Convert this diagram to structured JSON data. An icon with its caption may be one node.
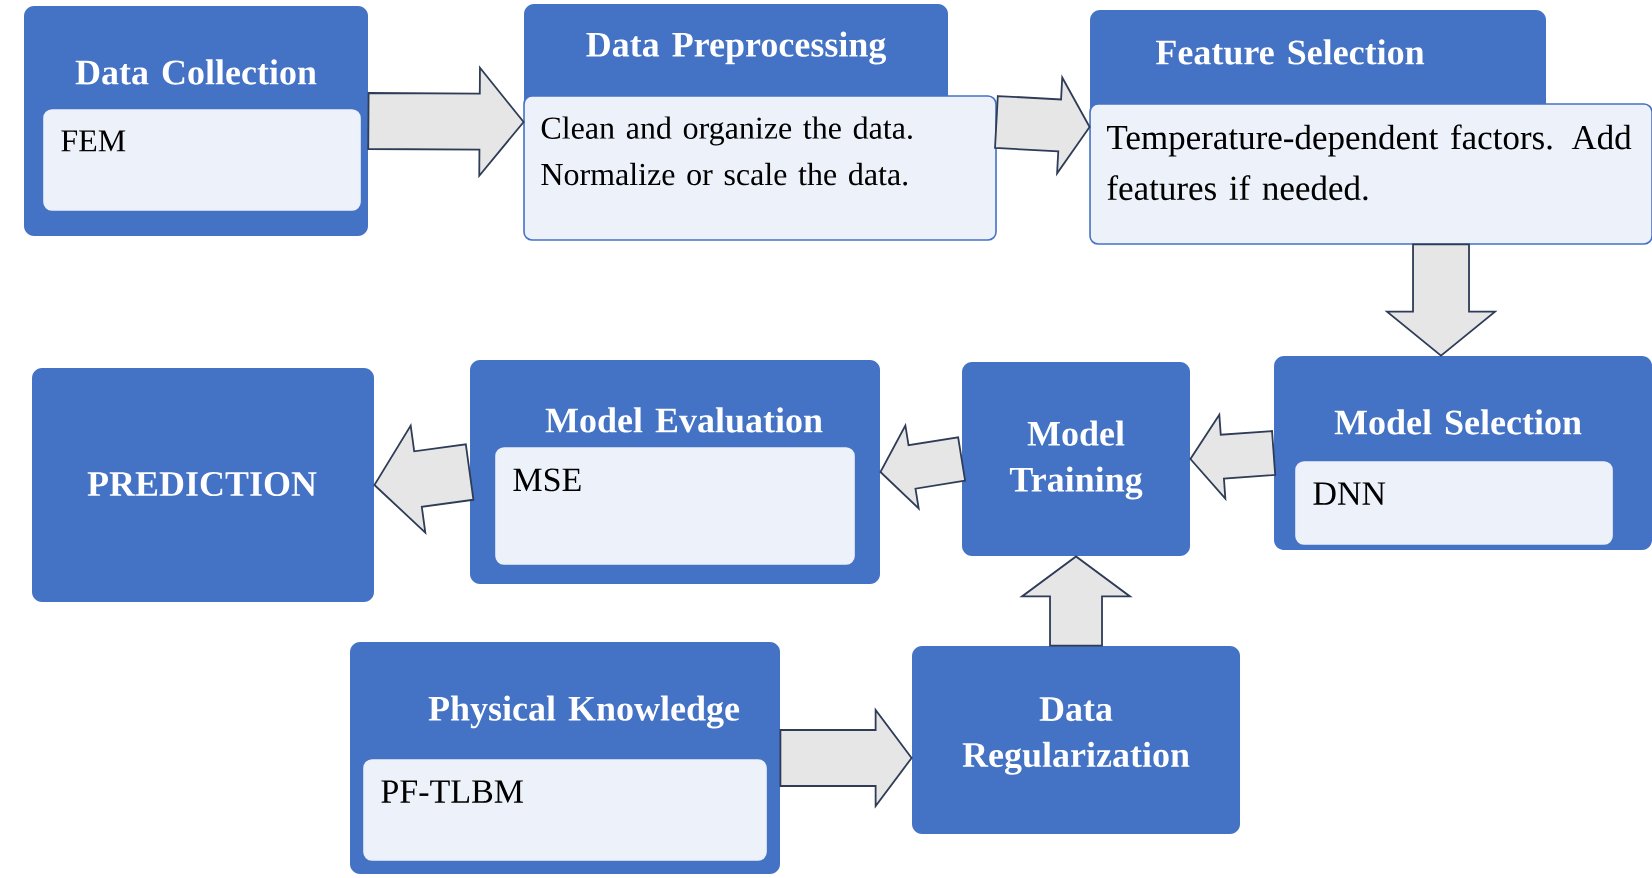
{
  "diagram": {
    "nodes": [
      {
        "text": [
          "Data Collection",
          "FEM"
        ]
      },
      {
        "text": [
          "Data Preprocessing",
          "Clean and organize the data. Normalize or scale the data."
        ]
      },
      {
        "text": [
          "Feature Selection",
          "Temperature-dependent factors. Add features if needed."
        ]
      },
      {
        "text": [
          "Model Selection",
          "DNN"
        ]
      },
      {
        "text": [
          "Model Training"
        ]
      },
      {
        "text": [
          "Model Evaluation",
          "MSE"
        ]
      },
      {
        "text": [
          "PREDICTION"
        ]
      },
      {
        "text": [
          "Physical Knowledge",
          "PF-TLBM"
        ]
      },
      {
        "text": [
          "Data Regularization"
        ]
      }
    ],
    "edges": [
      {
        "from": 0,
        "to": 1,
        "arrow": "to"
      },
      {
        "from": 1,
        "to": 2,
        "arrow": "to"
      },
      {
        "from": 2,
        "to": 3,
        "arrow": "to"
      },
      {
        "from": 3,
        "to": 4,
        "arrow": "to"
      },
      {
        "from": 4,
        "to": 5,
        "arrow": "to"
      },
      {
        "from": 5,
        "to": 6,
        "arrow": "to"
      },
      {
        "from": 7,
        "to": 8,
        "arrow": "to"
      },
      {
        "from": 8,
        "to": 4,
        "arrow": "to"
      }
    ]
  }
}
